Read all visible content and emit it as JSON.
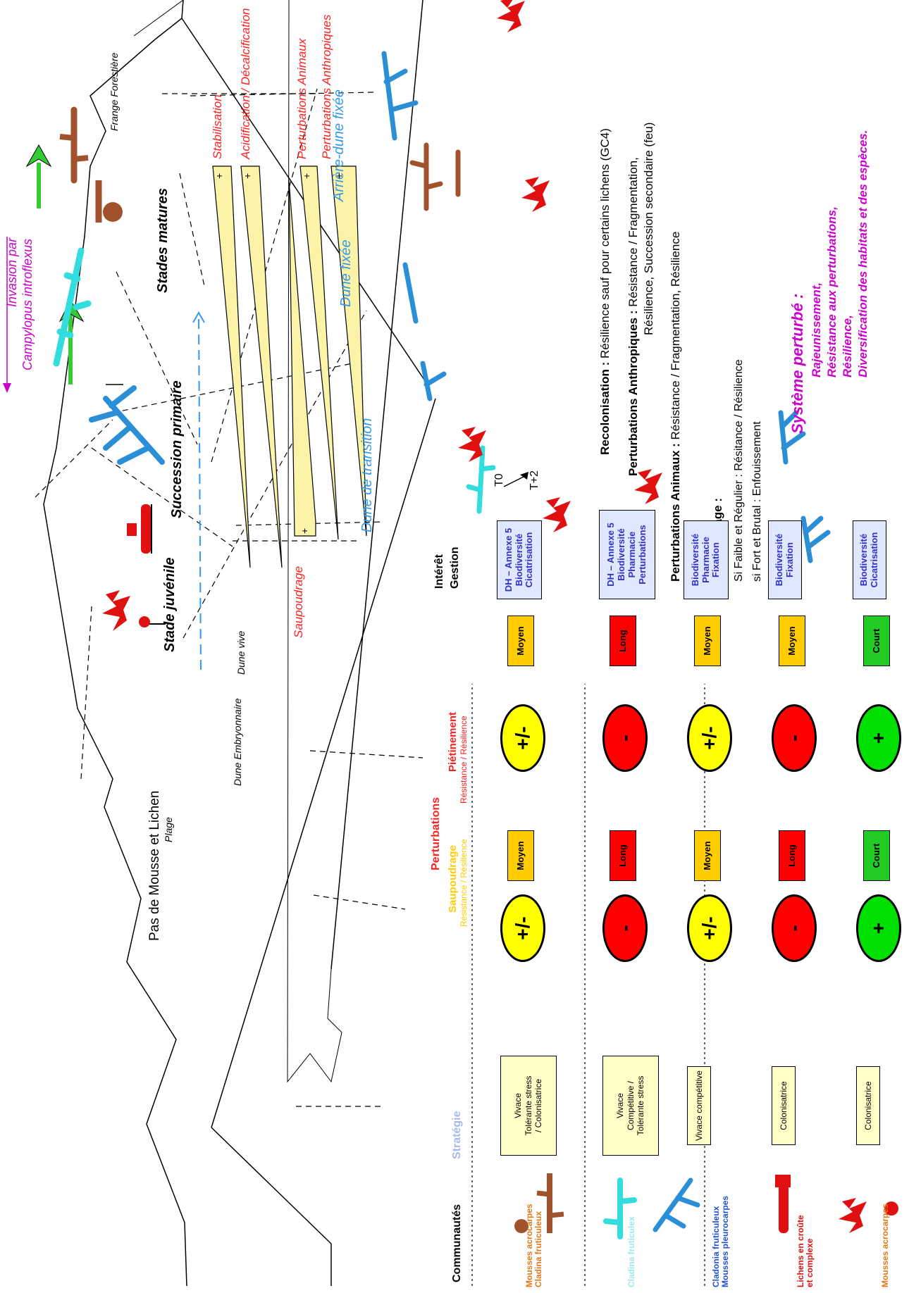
{
  "diagram": {
    "zones": {
      "beach": "Plage",
      "embryo": "Dune Embryonnaire",
      "live": "Dune vive",
      "transition": "Dune de transition",
      "fixed": "Dune fixée",
      "backfixed": "Arrière-dune fixée",
      "forest": "Frange Forestière",
      "nomoss": "Pas de Mousse et Lichen"
    },
    "stages": {
      "juvenile": "Stade juvénile",
      "primary": "Succession primaire",
      "mature": "Stades matures"
    },
    "invasion": {
      "line1": "Invasion par",
      "line2": "Campylopus introflexus"
    },
    "bands": [
      {
        "label": "Stabilisation",
        "sign": "+"
      },
      {
        "label": "Acidification / Décalcification",
        "sign": "+"
      },
      {
        "label": "Perturbations Animaux",
        "sign": "+"
      },
      {
        "label": "Perturbations Anthropiques",
        "sign": "+"
      },
      {
        "label": "Saupoudrage",
        "sign": "+"
      }
    ],
    "time": {
      "t0": "T0",
      "t2": "T+2"
    },
    "legend": {
      "recolonisation_title": "Recolonisation :",
      "recolonisation_text": "Résilience sauf pour certains lichens (GC4)",
      "anthro_title": "Perturbations Anthropiques :",
      "anthro_text": "Résistance / Fragmentation,",
      "anthro_text2": "Résilience, Succession secondaire (feu)",
      "animal_title": "Perturbations Animaux :",
      "animal_text": "Résistance / Fragmentation, Résilience",
      "saup_title": "Saupoudrage :",
      "saup_text1": "Si Faible et Régulier : Résitance / Résilience",
      "saup_text2": "si Fort et Brutal : Enfouissement"
    },
    "system": {
      "title": "Système perturbé :",
      "items": [
        "Rajeunissement,",
        "Résistance aux perturbations,",
        "Résilience,",
        "Diversification des habitats et des espèces."
      ]
    }
  },
  "table": {
    "headers": {
      "communities": "Communautés",
      "strategy": "Stratégie",
      "perturbations": "Perturbations",
      "saupoudrage": "Saupoudrage",
      "saup_sub": "Résistance /  Résilience",
      "pietinement": "Piétinement",
      "piet_sub": "Résistance  /  Résilience",
      "interet": "Intérêt",
      "gestion": "Gestion"
    },
    "rows": [
      {
        "community": [
          "Mousses acrocarpes",
          "Cladina fruticuleux"
        ],
        "community_color": "#e07818",
        "strategy": [
          "Vivace",
          "Tolérante stress",
          "/ Colonisatrice"
        ],
        "saup_sign": "+/-",
        "saup_color": "#ffff00",
        "saup_res": "Moyen",
        "saup_res_color": "#ffcc00",
        "piet_sign": "+/-",
        "piet_color": "#ffff00",
        "piet_res": "Moyen",
        "piet_res_color": "#ffcc00",
        "gestion": [
          "DH – Annexe 5",
          "Biodiversité",
          "Cicatrisation"
        ]
      },
      {
        "community": [
          "Cladina fruticulex"
        ],
        "community_color": "#9be8f0",
        "strategy": [
          "Vivace",
          "Compétitive /",
          "Tolérante stress"
        ],
        "saup_sign": "-",
        "saup_color": "#ff0000",
        "saup_res": "Long",
        "saup_res_color": "#ff0000",
        "piet_sign": "-",
        "piet_color": "#ff0000",
        "piet_res": "Long",
        "piet_res_color": "#ff0000",
        "gestion": [
          "DH – Annexe 5",
          "Biodiversité",
          "Pharmacie",
          "Perturbations"
        ]
      },
      {
        "community": [
          "Cladonia fruticuleux",
          "Mousses pleurocarpes"
        ],
        "community_color": "#2050d0",
        "strategy": [
          "Vivace compétitive"
        ],
        "saup_sign": "+/-",
        "saup_color": "#ffff00",
        "saup_res": "Moyen",
        "saup_res_color": "#ffcc00",
        "piet_sign": "+/-",
        "piet_color": "#ffff00",
        "piet_res": "Moyen",
        "piet_res_color": "#ffcc00",
        "gestion": [
          "Biodiversité",
          "Pharmacie",
          "Fixation"
        ]
      },
      {
        "community": [
          "Lichens en croûte",
          "et complexe"
        ],
        "community_color": "#e01010",
        "strategy": [
          "Colonisatrice"
        ],
        "saup_sign": "-",
        "saup_color": "#ff0000",
        "saup_res": "Long",
        "saup_res_color": "#ff0000",
        "piet_sign": "-",
        "piet_color": "#ff0000",
        "piet_res": "Moyen",
        "piet_res_color": "#ffcc00",
        "gestion": [
          "Biodiversité",
          "Fixation"
        ]
      },
      {
        "community": [
          "Mousses acrocarpes"
        ],
        "community_color": "#e07818",
        "strategy": [
          "Colonisatrice"
        ],
        "saup_sign": "+",
        "saup_color": "#00e000",
        "saup_res": "Court",
        "saup_res_color": "#22cc22",
        "piet_sign": "+",
        "piet_color": "#00e000",
        "piet_res": "Court",
        "piet_res_color": "#22cc22",
        "gestion": [
          "Biodiversité",
          "Cicatrisation"
        ]
      }
    ]
  },
  "colors": {
    "red": "#ff2020",
    "blue": "#3399ee",
    "magenta": "#cc00cc",
    "band": "#fbf3a8",
    "brown": "#a0522d",
    "cyan": "#33dddd",
    "lichenblue": "#2a8fd6",
    "green": "#33cc33"
  }
}
